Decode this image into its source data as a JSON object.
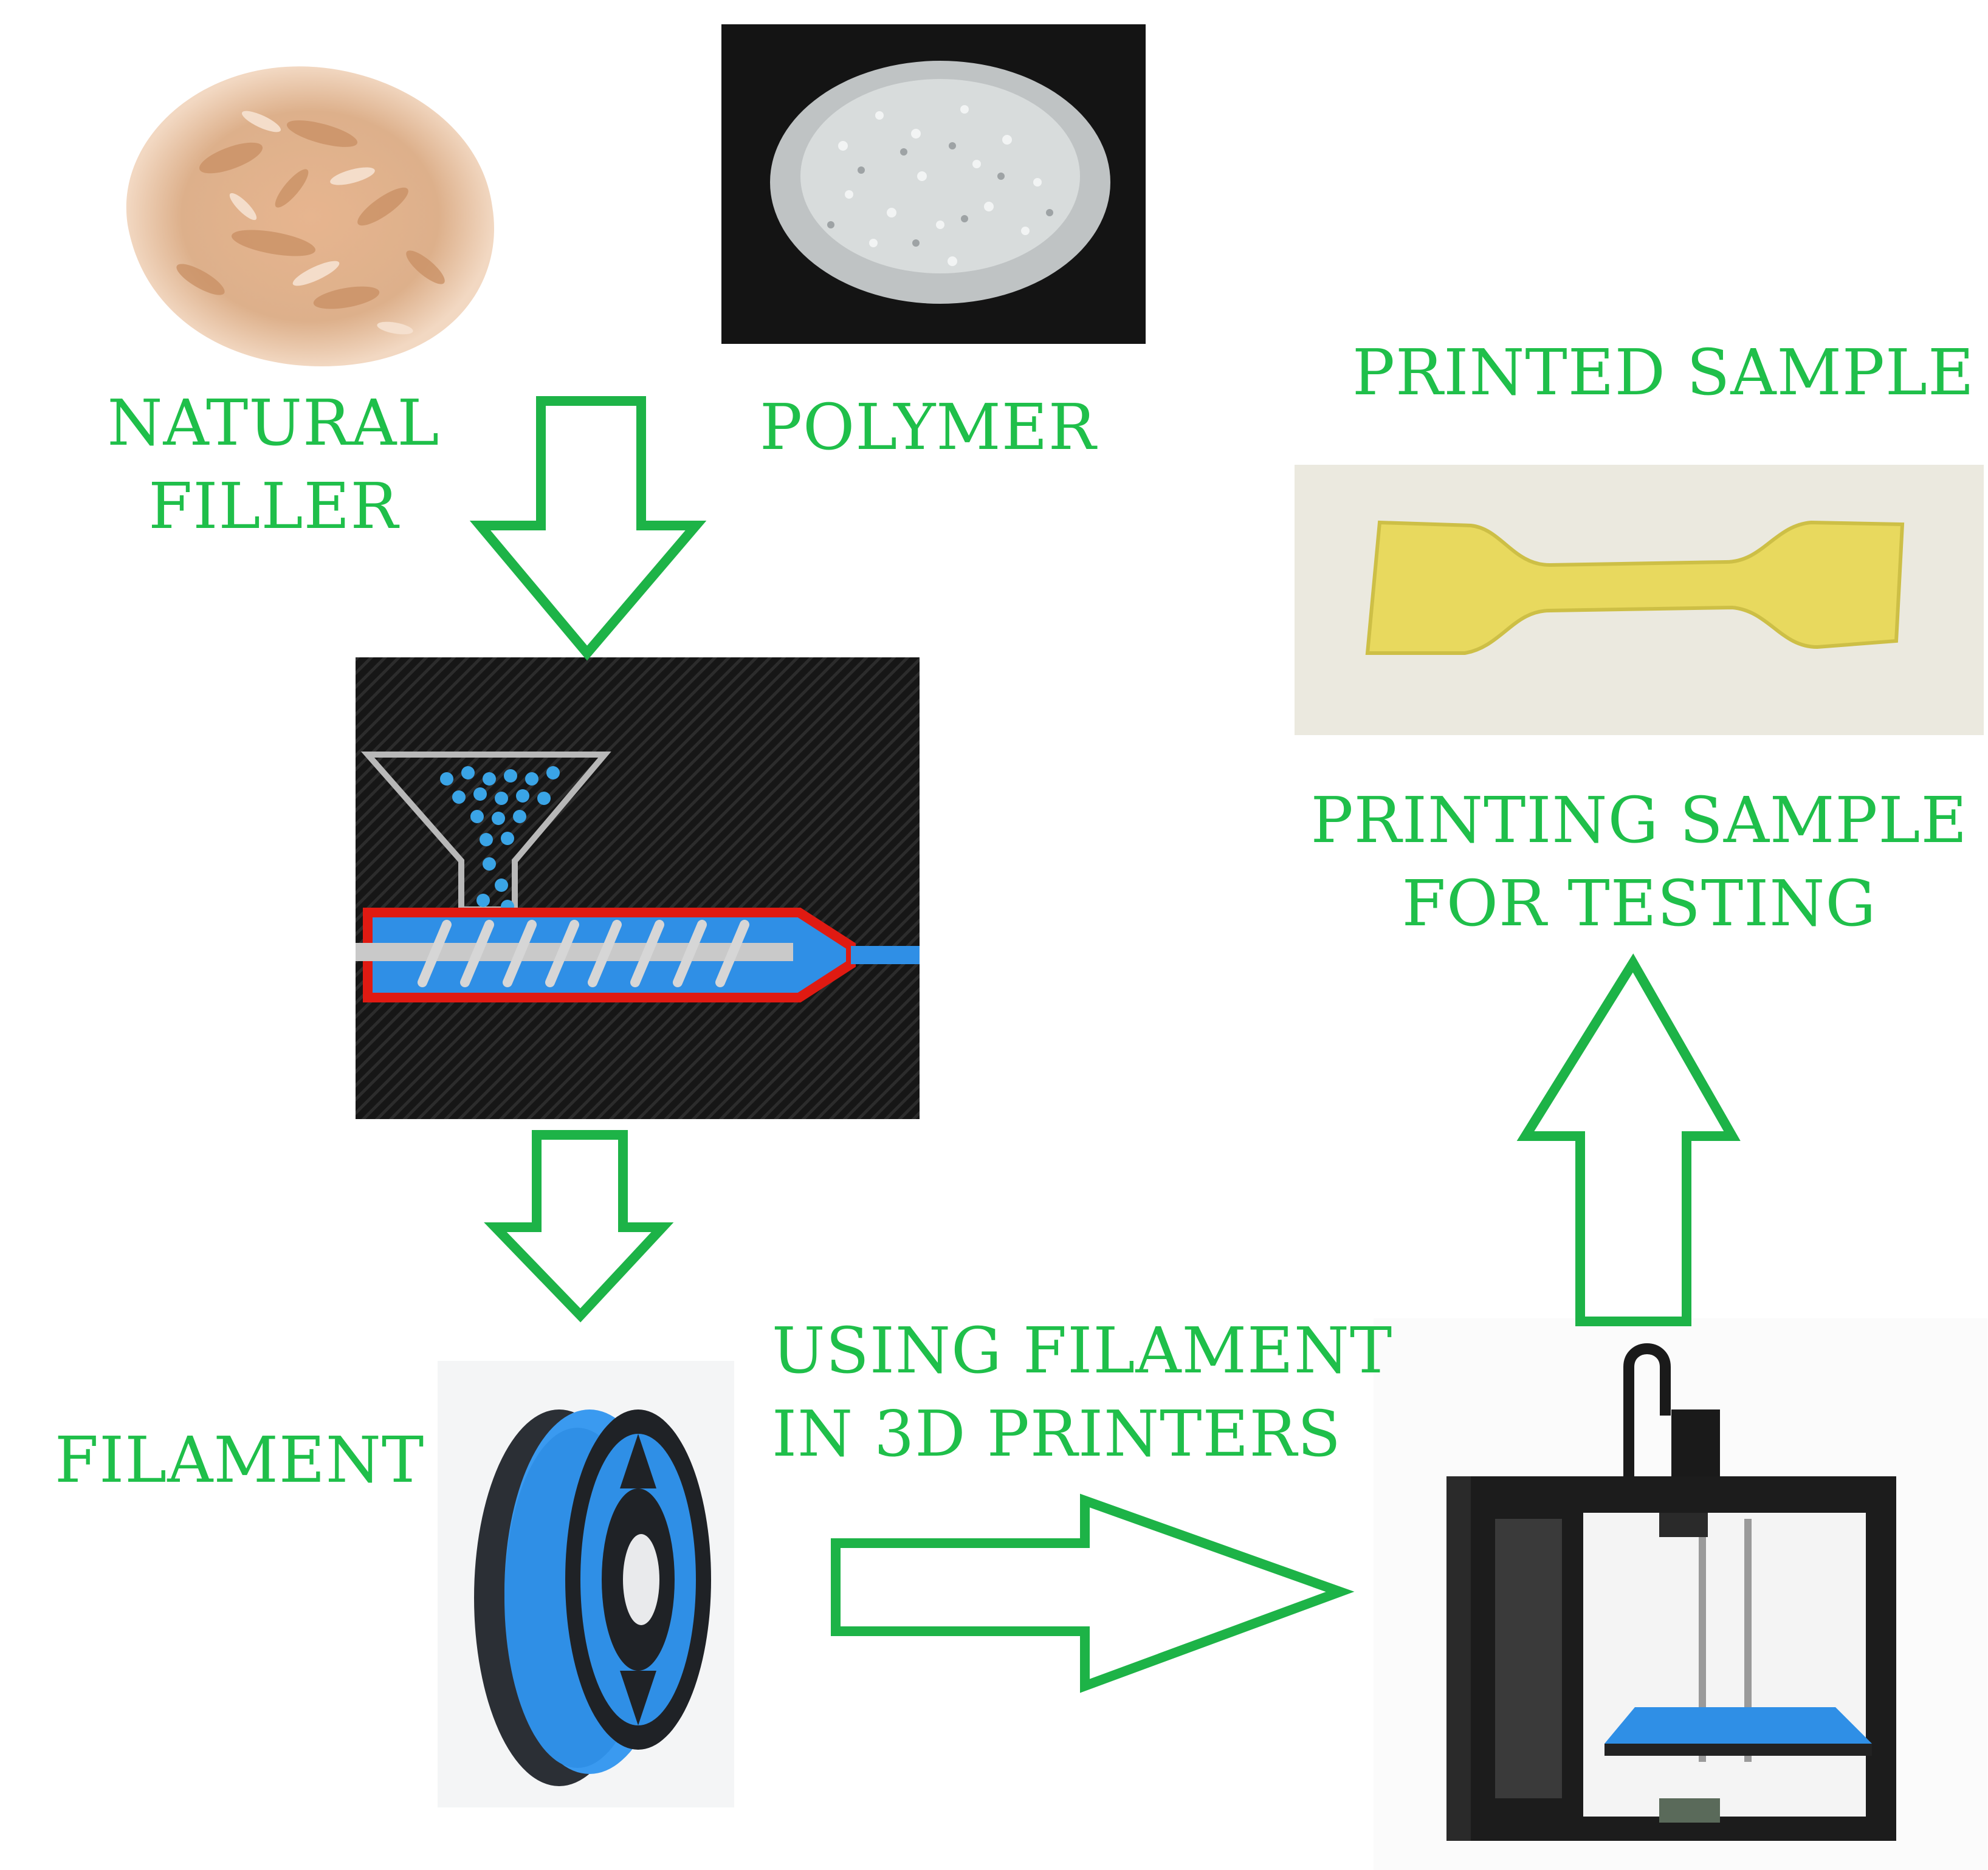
{
  "labels": {
    "natural_filler_1": "NATURAL",
    "natural_filler_2": "FILLER",
    "polymer": "POLYMER",
    "filament": "FILAMENT",
    "using_filament_1": "USING FILAMENT",
    "using_filament_2": "IN 3D PRINTERS",
    "printed_sample": "PRINTED SAMPLE",
    "printing_sample_1": "PRINTING SAMPLE",
    "printing_sample_2": "FOR TESTING"
  },
  "colors": {
    "label_text": "#1fbf4a",
    "arrow_stroke": "#1db347",
    "filament_blue": "#2f8fe6",
    "extruder_barrel": "#e01a12",
    "sample_yellow": "#e8d95e"
  },
  "icons": {
    "natural_filler": "wood-chips-image",
    "polymer": "polymer-pellets-image",
    "extruder": "extruder-diagram-image",
    "filament": "filament-spool-image",
    "printer": "3d-printer-image",
    "sample": "printed-dogbone-sample-image"
  }
}
